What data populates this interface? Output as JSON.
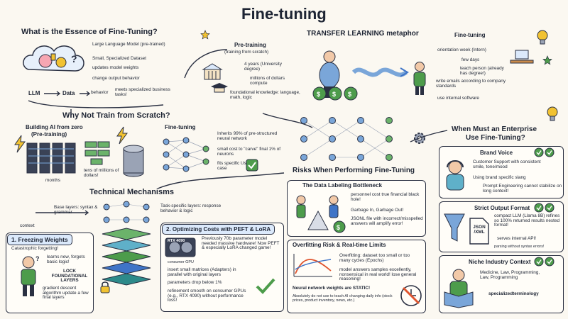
{
  "title": "Fine-tuning",
  "essence": {
    "heading": "What is the Essence of Fine-Tuning?",
    "items": [
      "Large Language Model (pre-trained)",
      "Small, Specialized Dataset",
      "updates model weights",
      "change output behavior",
      "meets specialized business tasks!"
    ],
    "flow": [
      "LLM",
      "Data",
      "behavior"
    ]
  },
  "transfer": {
    "heading": "TRANSFER LEARNING metaphor",
    "pretraining": "Pre-training",
    "pretraining_sub": "(training from scratch)",
    "left_items": [
      "4 years (University degree)",
      "millions of dollars compute",
      "foundational knowledge: language, math, logic"
    ],
    "finetuning": "Fine-tuning",
    "right_items": [
      "orientation week (Intern)",
      "few days",
      "teach person (already has degree!)",
      "write emails according to company standards",
      "use internal software"
    ]
  },
  "why_not": {
    "heading": "Why Not Train from Scratch?",
    "building": "Building AI from zero",
    "building_sub": "(Pre-training)",
    "months": "months",
    "millions": "tens of millions of dollars!",
    "finetuning": "Fine-tuning",
    "items": [
      "Inherits 99% of pre-structured neural network",
      "small cost to \"carve\" final 1% of neurons",
      "fits specific Use-case"
    ]
  },
  "enterprise": {
    "heading_line1": "When Must an Enterprise",
    "heading_line2": "Use Fine-Tuning?",
    "brand": {
      "title": "Brand Voice",
      "items": [
        "Customer Support with consistent smile, tone/mood",
        "Using brand specific slang",
        "Prompt Engineering cannot stabilize on long context!"
      ]
    },
    "strict": {
      "title": "Strict Output Format",
      "items": [
        "compact LLM (Llama 8B) refines so 100% returned results nested format!",
        "serves internal API!",
        "parsing without syntax errors!"
      ],
      "file_label": "JSON /XML"
    },
    "niche": {
      "title": "Niche Industry Context",
      "items": [
        "Medicine, Law, Programming, Law, Programming",
        "specializedterminology"
      ]
    }
  },
  "technical": {
    "heading": "Technical Mechanisms",
    "base_layers": "Base layers: syntax & grammar",
    "task_layers": "Task-specific layers: response behavior & logic",
    "context": "context"
  },
  "freezing": {
    "heading": "1. Freezing Weights",
    "items": [
      "Catastrophic forgetting!",
      "learns new, forgets basic logic!",
      "LOCK FOUNDATIONAL LAYERS",
      "gradient descent algorithm update a few final layers"
    ]
  },
  "peft": {
    "heading": "2. Optimizing Costs with PEFT & LoRA",
    "gpu_label": "RTX 4090",
    "gpu_sub": "consumer GPU",
    "items": [
      "Previously 70b parameter model needed massive hardware! Now PEFT & especially LoRA changed game!",
      "insert small matrices (Adapters) in parallel with original layers",
      "parameters drop below 1%",
      "refinement smooth on consumer GPUs (e.g., RTX 4090) without performance loss!"
    ]
  },
  "risks": {
    "heading": "Risks When Performing Fine-Tuning",
    "labeling": {
      "title": "The Data Labeling Bottleneck",
      "items": [
        "personnel cost true financial black hole!",
        "Garbage In, Garbage Out!",
        "JSONL file with incorrect/misspelled answers will amplify error!"
      ]
    },
    "overfitting": {
      "title": "Overfitting Risk & Real-time Limits",
      "items": [
        "Overfitting: dataset too small or too many cycles (Epochs)",
        "model answers samples excellently, nonsensical in real world! lose general reasoning!",
        "Neural network weights are STATIC!",
        "Absolutely do not use to teach AI changing daily info (stock prices, product inventory, news, etc.)"
      ]
    }
  },
  "colors": {
    "ink": "#1d2433",
    "blue": "#3f74c7",
    "green": "#4d9c4b",
    "yellow": "#f1c232",
    "teal": "#2d8a8a"
  }
}
